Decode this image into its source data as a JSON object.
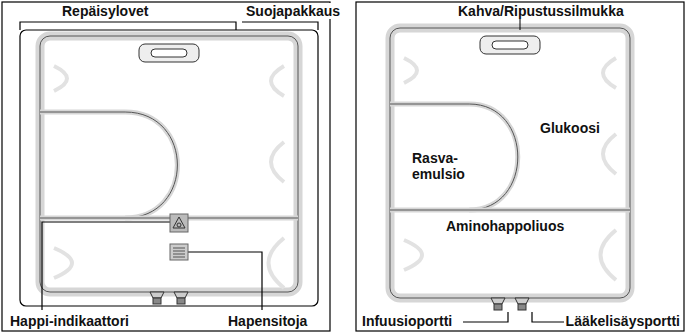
{
  "diagram": {
    "nodes": [
      {
        "text": [
          "Glukoosi"
        ]
      },
      {
        "text": [
          "Rasva- emulsio"
        ]
      },
      {
        "text": [
          "Aminohappoliuos"
        ]
      }
    ],
    "labels": [
      "Repäisylovet",
      "Suojapakkaus",
      "Happi-indikaattori",
      "Hapensitoja",
      "Kahva/Ripustussilmukka",
      "Infuusioportti",
      "Lääkelisäysportti"
    ]
  }
}
